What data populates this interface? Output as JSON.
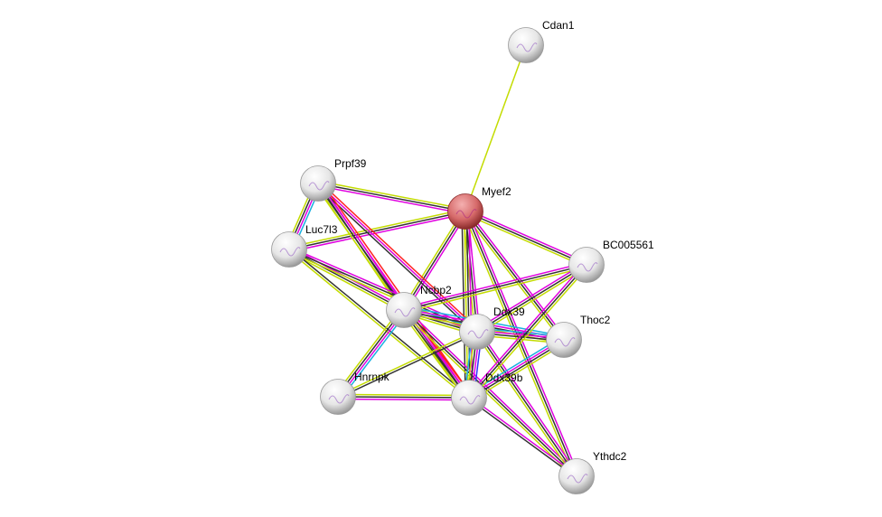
{
  "colors": {
    "g": "#c3dc00",
    "k": "#333333",
    "m": "#e000e0",
    "c": "#1ab0e0",
    "r": "#ff2020",
    "b": "#3030ff",
    "query_node": "#d96464",
    "node": "#e8e8e8"
  },
  "nodes": [
    {
      "id": "Cdan1",
      "label": "Cdan1"
    },
    {
      "id": "Myef2",
      "label": "Myef2",
      "query": true
    },
    {
      "id": "Prpf39",
      "label": "Prpf39"
    },
    {
      "id": "Luc7l3",
      "label": "Luc7l3"
    },
    {
      "id": "BC005561",
      "label": "BC005561"
    },
    {
      "id": "Ncbp2",
      "label": "Ncbp2"
    },
    {
      "id": "Ddx39",
      "label": "Ddx39"
    },
    {
      "id": "Thoc2",
      "label": "Thoc2"
    },
    {
      "id": "Hnrnpk",
      "label": "Hnrnpk"
    },
    {
      "id": "Ddx39b",
      "label": "Ddx39b"
    },
    {
      "id": "Ythdc2",
      "label": "Ythdc2"
    }
  ],
  "edges": [
    [
      "Cdan1",
      "Myef2",
      "g"
    ],
    [
      "Myef2",
      "Prpf39",
      "mkg"
    ],
    [
      "Myef2",
      "Luc7l3",
      "mkg"
    ],
    [
      "Myef2",
      "BC005561",
      "mkg"
    ],
    [
      "Myef2",
      "Ncbp2",
      "mkg"
    ],
    [
      "Myef2",
      "Ddx39",
      "mkg"
    ],
    [
      "Myef2",
      "Ddx39b",
      "mkgk"
    ],
    [
      "Myef2",
      "Thoc2",
      "mkg"
    ],
    [
      "Myef2",
      "Ythdc2",
      "mkg"
    ],
    [
      "Prpf39",
      "Luc7l3",
      "cmkg"
    ],
    [
      "Prpf39",
      "Ncbp2",
      "mkg"
    ],
    [
      "Prpf39",
      "Ddx39",
      "rmk"
    ],
    [
      "Prpf39",
      "Ddx39b",
      "rmkg"
    ],
    [
      "Luc7l3",
      "Ncbp2",
      "mkg"
    ],
    [
      "Luc7l3",
      "Ddx39",
      "mkg"
    ],
    [
      "Luc7l3",
      "Ddx39b",
      "kg"
    ],
    [
      "Ncbp2",
      "Ddx39",
      "cmkg"
    ],
    [
      "Ncbp2",
      "Thoc2",
      "cmkg"
    ],
    [
      "Ncbp2",
      "BC005561",
      "mkg"
    ],
    [
      "Ncbp2",
      "Ddx39b",
      "rmkg"
    ],
    [
      "Ncbp2",
      "Hnrnpk",
      "cmkg"
    ],
    [
      "Ncbp2",
      "Ythdc2",
      "mkg"
    ],
    [
      "Ddx39",
      "Thoc2",
      "cmkg"
    ],
    [
      "Ddx39",
      "BC005561",
      "mkg"
    ],
    [
      "Ddx39",
      "Ddx39b",
      "bmkgc"
    ],
    [
      "Ddx39",
      "Hnrnpk",
      "kg"
    ],
    [
      "Ddx39",
      "Ythdc2",
      "mkg"
    ],
    [
      "Ddx39b",
      "Thoc2",
      "cmkg"
    ],
    [
      "Ddx39b",
      "BC005561",
      "mkg"
    ],
    [
      "Ddx39b",
      "Hnrnpk",
      "mkg"
    ],
    [
      "Ddx39b",
      "Ythdc2",
      "mk"
    ]
  ]
}
